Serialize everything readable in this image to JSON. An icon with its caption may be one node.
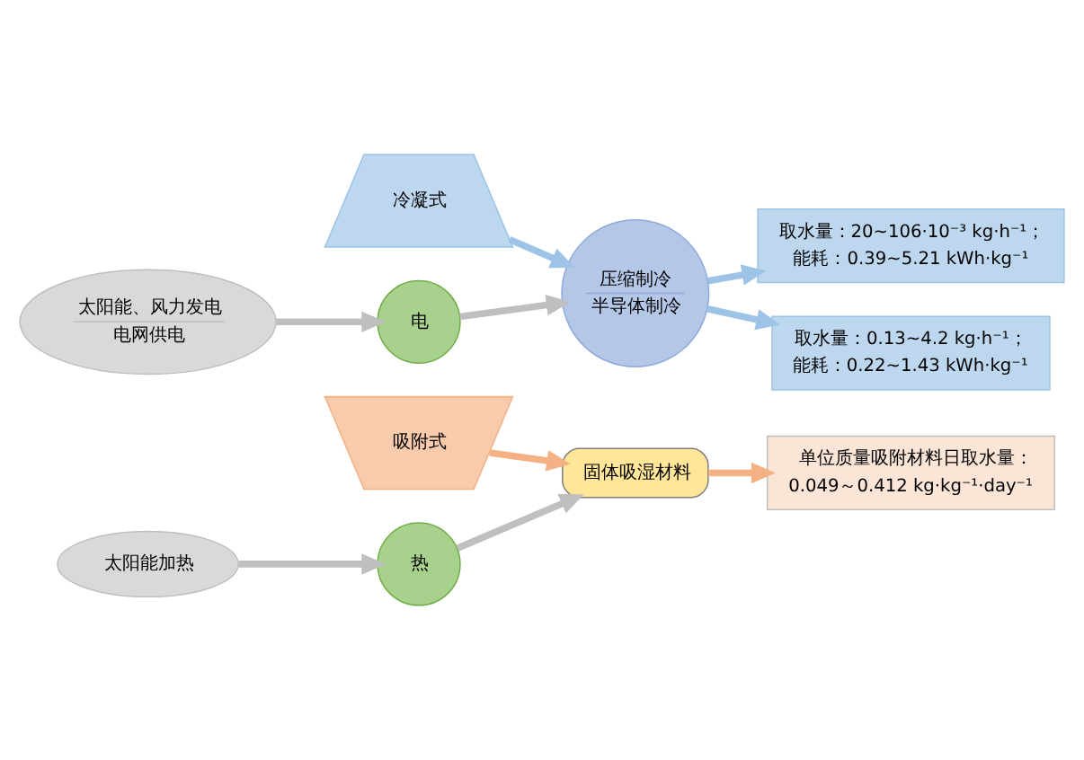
{
  "diagram": {
    "nodes": [
      {
        "text": [
          "冷凝式"
        ]
      },
      {
        "text": [
          "吸附式"
        ]
      },
      {
        "text": [
          "压缩制冷",
          "半导体制冷"
        ]
      },
      {
        "text": [
          "取水量：0.13~4.2 kg·h⁻¹；",
          "能耗：0.22~1.43 kWh·kg⁻¹"
        ]
      },
      {
        "text": [
          "电"
        ]
      },
      {
        "text": [
          "太阳能、风力发电",
          "电网供电"
        ]
      },
      {
        "text": [
          "取水量：20~106·10⁻³ kg·h⁻¹；",
          "能耗：0.39~5.21 kWh·kg⁻¹"
        ]
      },
      {
        "text": [
          "单位质量吸附材料日取水量：",
          "0.049～0.412 kg·kg⁻¹·day⁻¹"
        ]
      },
      {
        "text": [
          "固体吸湿材料"
        ]
      },
      {
        "text": [
          "热"
        ]
      },
      {
        "text": [
          "太阳能加热"
        ]
      }
    ],
    "edges": [
      {
        "from": 0,
        "to": 2,
        "arrow": "to",
        "color": "#9dc3e6"
      },
      {
        "from": 2,
        "to": 3,
        "arrow": "to",
        "color": "#9dc3e6"
      },
      {
        "from": 2,
        "to": 6,
        "arrow": "to",
        "color": "#9dc3e6"
      },
      {
        "from": 5,
        "to": 4,
        "arrow": "to",
        "color": "#bfbfbf"
      },
      {
        "from": 4,
        "to": 2,
        "arrow": "to",
        "color": "#bfbfbf"
      },
      {
        "from": 1,
        "to": 8,
        "arrow": "to",
        "color": "#f4b183"
      },
      {
        "from": 8,
        "to": 7,
        "arrow": "to",
        "color": "#f4b183"
      },
      {
        "from": 10,
        "to": 9,
        "arrow": "to",
        "color": "#bfbfbf"
      },
      {
        "from": 9,
        "to": 8,
        "arrow": "to",
        "color": "#bfbfbf"
      }
    ]
  }
}
